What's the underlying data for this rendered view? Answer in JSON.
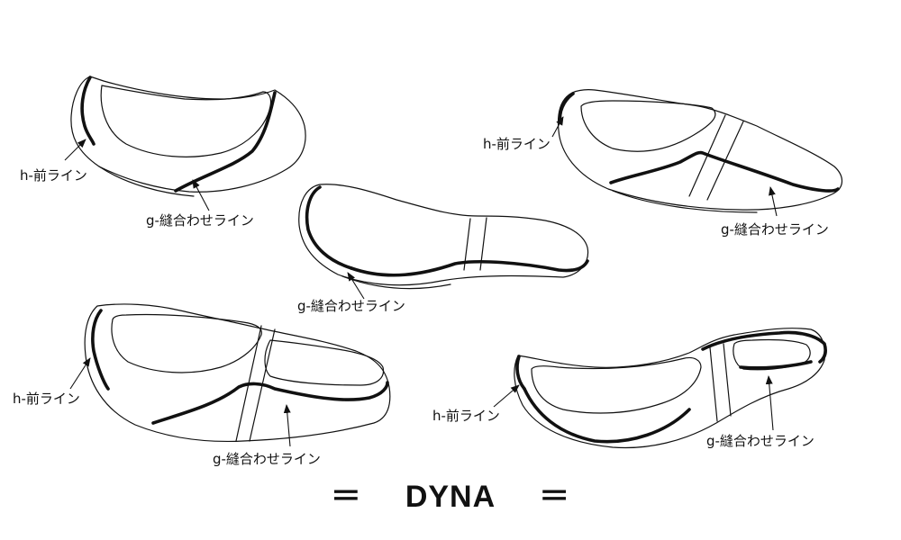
{
  "labels": {
    "front_line": "h-前ライン",
    "seam_line": "g-縫合わせライン"
  },
  "title": {
    "left_mark": "＝",
    "text": "DYNA",
    "right_mark": "＝"
  },
  "colors": {
    "line": "#111111",
    "background": "#ffffff"
  }
}
